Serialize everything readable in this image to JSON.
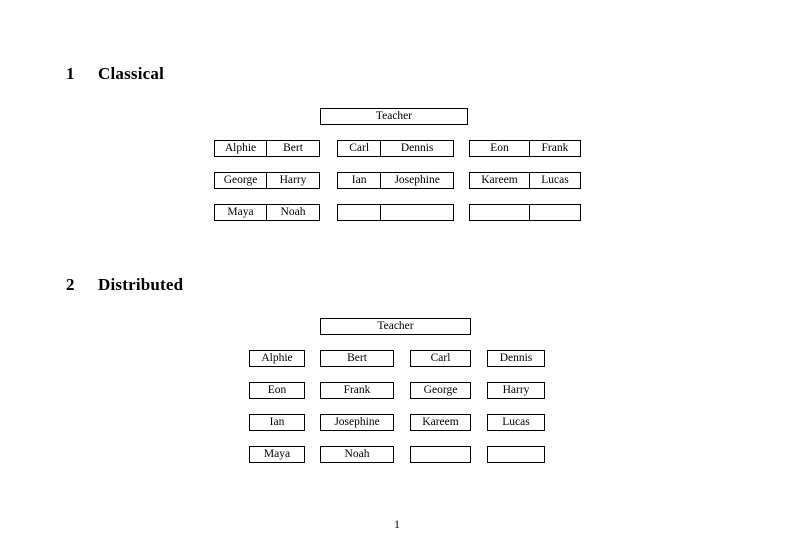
{
  "document": {
    "page_number": "1",
    "text_color": "#000000",
    "background_color": "#ffffff",
    "rule_color": "#000000"
  },
  "sections": [
    {
      "number": "1",
      "title": "Classical",
      "teacher_label": "Teacher",
      "columns": [
        {
          "rows": [
            {
              "left": "Alphie",
              "right": "Bert"
            },
            {
              "left": "George",
              "right": "Harry"
            },
            {
              "left": "Maya",
              "right": "Noah"
            }
          ]
        },
        {
          "rows": [
            {
              "left": "Carl",
              "right": "Dennis"
            },
            {
              "left": "Ian",
              "right": "Josephine"
            },
            {
              "left": "",
              "right": ""
            }
          ]
        },
        {
          "rows": [
            {
              "left": "Eon",
              "right": "Frank"
            },
            {
              "left": "Kareem",
              "right": "Lucas"
            },
            {
              "left": "",
              "right": ""
            }
          ]
        }
      ]
    },
    {
      "number": "2",
      "title": "Distributed",
      "teacher_label": "Teacher",
      "rows": [
        [
          "Alphie",
          "Bert",
          "Carl",
          "Dennis"
        ],
        [
          "Eon",
          "Frank",
          "George",
          "Harry"
        ],
        [
          "Ian",
          "Josephine",
          "Kareem",
          "Lucas"
        ],
        [
          "Maya",
          "Noah",
          "",
          ""
        ]
      ]
    }
  ]
}
